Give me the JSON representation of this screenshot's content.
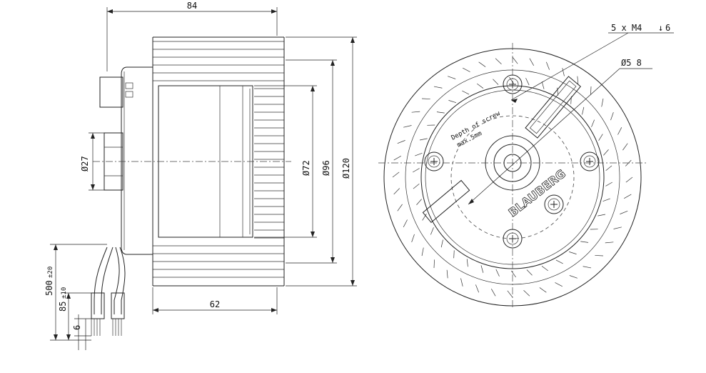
{
  "dimensions": {
    "overall_length": "84",
    "body_length": "62",
    "hub_diameter": "Ø27",
    "motor_diameter": "Ø72",
    "inlet_diameter": "Ø96",
    "impeller_diameter": "Ø120",
    "cable_length": "500",
    "cable_length_tol": "±20",
    "strip_length": "85",
    "strip_length_tol": "±10",
    "wire_end": "6",
    "hole_pattern": "5 x M4",
    "hole_depth": "6",
    "hole_circle": "Ø5 8"
  },
  "label_text": {
    "depth_line1": "Depth of screw",
    "depth_line2": "max.5mm"
  },
  "brand": "BLAUBERG",
  "colors": {
    "ink": "#222222",
    "background": "#ffffff"
  }
}
